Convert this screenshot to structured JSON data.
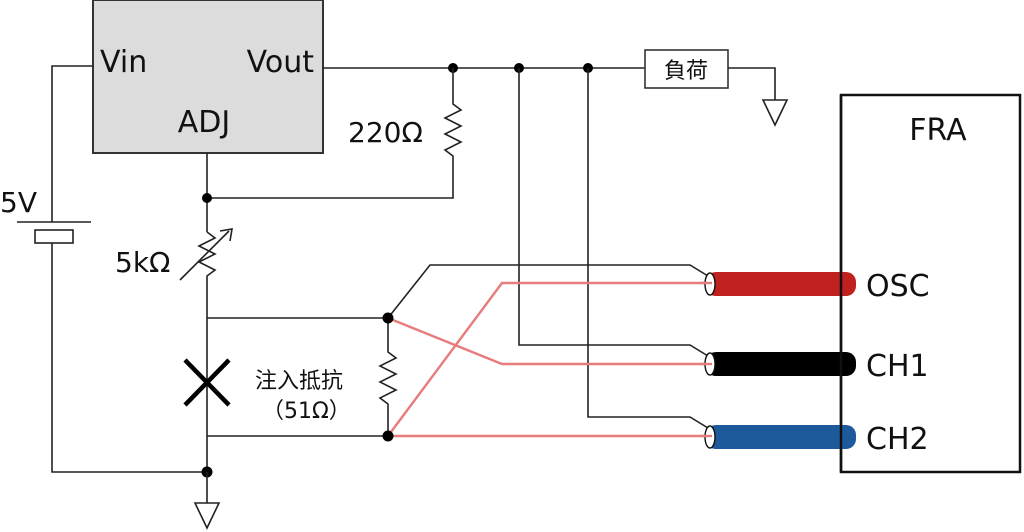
{
  "diagram": {
    "type": "circuit-schematic",
    "title": "",
    "colors": {
      "wire": "#222222",
      "signal_wire": "#e87b7b",
      "regulator_fill": "#dcdcdc",
      "osc_cable": "#c0201e",
      "ch1_cable": "#000000",
      "ch2_cable": "#1c5a9c"
    },
    "regulator": {
      "pins": {
        "vin": "Vin",
        "vout": "Vout",
        "adj": "ADJ"
      }
    },
    "supply": {
      "label": "5V"
    },
    "load": {
      "label": "負荷"
    },
    "resistors": {
      "r_fixed": "220Ω",
      "r_variable": "5kΩ",
      "r_injection_line1": "注入抵抗",
      "r_injection_line2": "（51Ω）"
    },
    "fra": {
      "label": "FRA",
      "ports": [
        {
          "label": "OSC",
          "cable_color": "#c0201e"
        },
        {
          "label": "CH1",
          "cable_color": "#000000"
        },
        {
          "label": "CH2",
          "cable_color": "#1c5a9c"
        }
      ]
    },
    "symbols": [
      "ground-icon",
      "ground-icon",
      "battery-icon",
      "break-x-icon",
      "variable-resistor-icon"
    ]
  }
}
